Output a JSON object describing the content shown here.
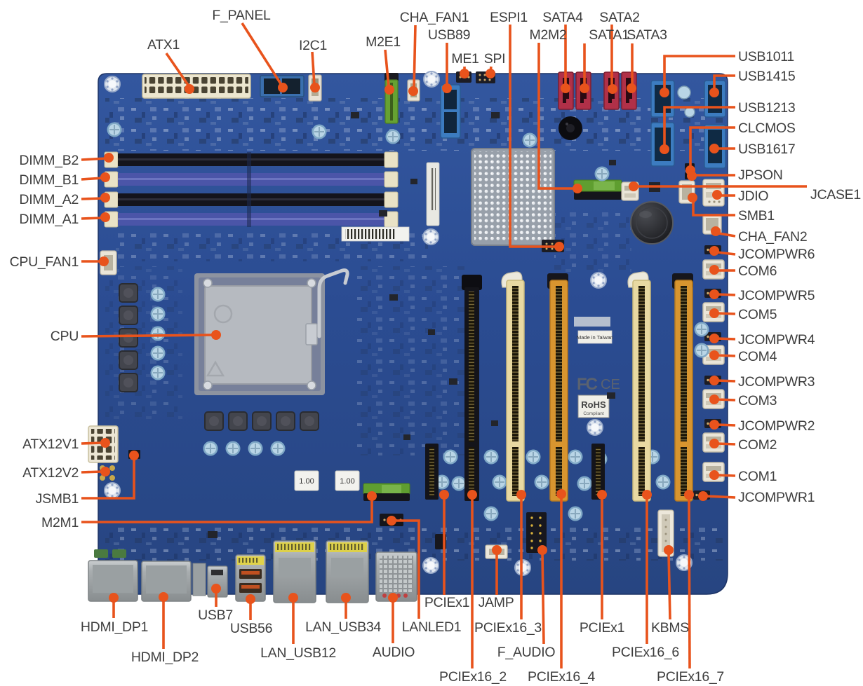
{
  "diagram_type": "motherboard-connector-diagram",
  "colors": {
    "leader_line": "#e8531c",
    "label_text": "#3e3e3e",
    "pcb_blue": "#2b4c92",
    "slot_black": "#14141a",
    "slot_cream": "#e8d9a2",
    "slot_orange": "#d8952f",
    "sata_red": "#b13048",
    "usb_header_blue": "#3c7cc0",
    "dimm_blue": "#4b55a8",
    "connector_white": "#eae5d8",
    "io_metal": "#a9aeb0",
    "m2_green": "#5f9e30"
  },
  "labels": {
    "top": {
      "atx1": "ATX1",
      "f_panel": "F_PANEL",
      "i2c1": "I2C1",
      "m2e1": "M2E1",
      "cha_fan1": "CHA_FAN1",
      "usb89": "USB89",
      "me1": "ME1",
      "spi": "SPI",
      "espi1": "ESPI1",
      "m2m2": "M2M2",
      "sata4": "SATA4",
      "sata1": "SATA1",
      "sata2": "SATA2",
      "sata3": "SATA3"
    },
    "right": {
      "usb1011": "USB1011",
      "usb1415": "USB1415",
      "usb1213": "USB1213",
      "clcmos": "CLCMOS",
      "usb1617": "USB1617",
      "jpson": "JPSON",
      "jcase1": "JCASE1",
      "jdio": "JDIO",
      "smb1": "SMB1",
      "cha_fan2": "CHA_FAN2",
      "jcompwr6": "JCOMPWR6",
      "com6": "COM6",
      "jcompwr5": "JCOMPWR5",
      "com5": "COM5",
      "jcompwr4": "JCOMPWR4",
      "com4": "COM4",
      "jcompwr3": "JCOMPWR3",
      "com3": "COM3",
      "jcompwr2": "JCOMPWR2",
      "com2": "COM2",
      "com1": "COM1",
      "jcompwr1": "JCOMPWR1"
    },
    "left": {
      "dimm_b2": "DIMM_B2",
      "dimm_b1": "DIMM_B1",
      "dimm_a2": "DIMM_A2",
      "dimm_a1": "DIMM_A1",
      "cpu_fan1": "CPU_FAN1",
      "cpu": "CPU",
      "atx12v1": "ATX12V1",
      "atx12v2": "ATX12V2",
      "jsmb1": "JSMB1",
      "m2m1": "M2M1"
    },
    "bottom": {
      "hdmi_dp1": "HDMI_DP1",
      "hdmi_dp2": "HDMI_DP2",
      "usb7": "USB7",
      "usb56": "USB56",
      "lan_usb12": "LAN_USB12",
      "lan_usb34": "LAN_USB34",
      "audio": "AUDIO",
      "lanled1": "LANLED1",
      "pciex1_a": "PCIEx1",
      "jamp": "JAMP",
      "pciex16_3": "PCIEx16_3",
      "f_audio": "F_AUDIO",
      "pciex16_2": "PCIEx16_2",
      "pciex16_4": "PCIEx16_4",
      "pciex1_b": "PCIEx1",
      "kbms": "KBMS",
      "pciex16_6": "PCIEx16_6",
      "pciex16_7": "PCIEx16_7"
    }
  },
  "board_markings": {
    "made_in_taiwan": "Made in Taiwan",
    "fcc_logo": "FC",
    "ce_mark": "CE",
    "rohs": "RoHS",
    "rohs_sub": "Compliant",
    "sticker_1": "1.00",
    "sticker_2": "1.00"
  }
}
